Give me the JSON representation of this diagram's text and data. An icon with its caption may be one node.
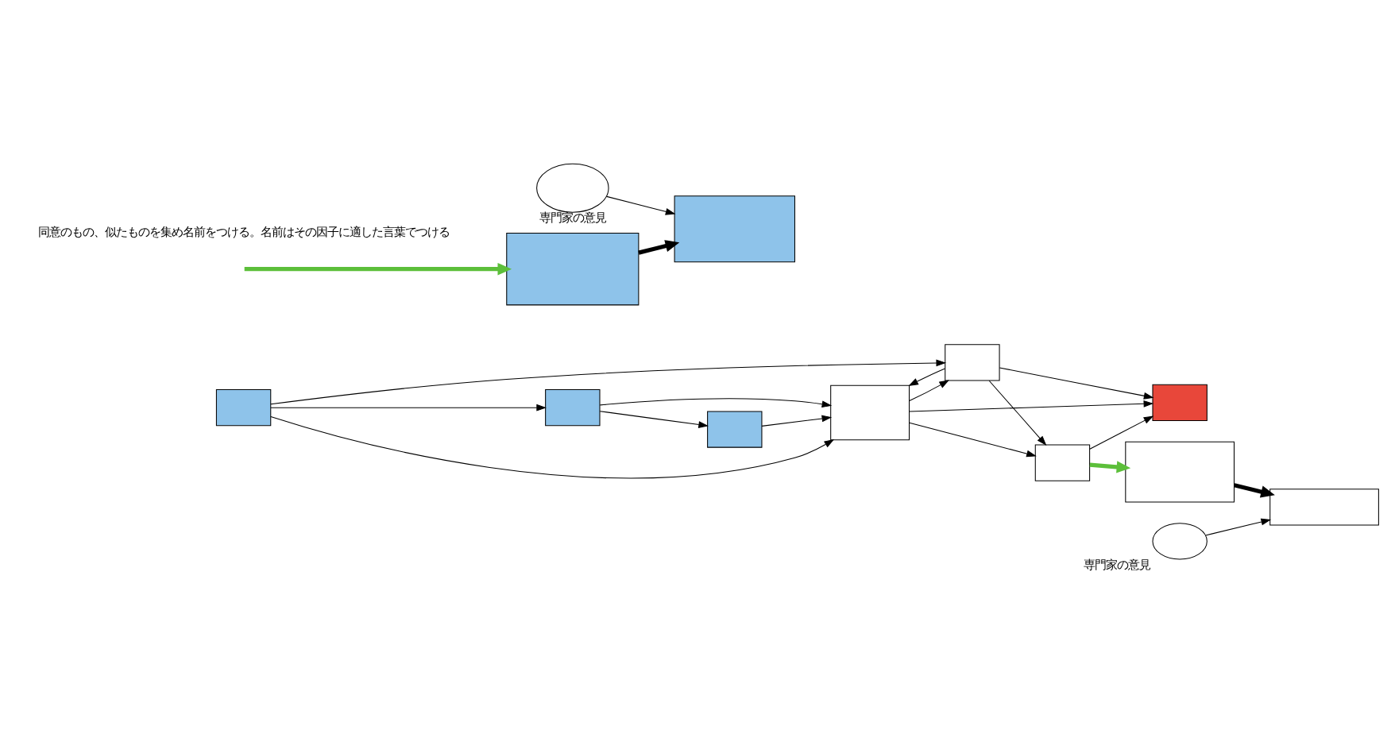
{
  "diagram": {
    "nodes": [
      {
        "text": [],
        "shape": "box"
      },
      {
        "text": [],
        "shape": "box"
      },
      {
        "text": [],
        "shape": "box"
      },
      {
        "text": [],
        "shape": "box"
      },
      {
        "text": [],
        "shape": "box"
      },
      {
        "text": [],
        "shape": "box"
      },
      {
        "text": [],
        "shape": "box"
      },
      {
        "text": [],
        "shape": "box"
      },
      {
        "text": [],
        "shape": "ellipse",
        "beside": [
          "専門家の意見"
        ]
      },
      {
        "text": [],
        "shape": "box"
      },
      {
        "text": [],
        "shape": "box"
      },
      {
        "text": [],
        "shape": "ellipse",
        "beside": [
          "専門家の意見"
        ]
      },
      {
        "text": [],
        "shape": "box"
      }
    ],
    "edges": [
      {
        "from": 2,
        "to": 1,
        "arrow": "to"
      },
      {
        "from": 1,
        "to": 0,
        "arrow": "to"
      },
      {
        "from": 0,
        "to": 3,
        "arrow": "to"
      },
      {
        "from": 1,
        "to": 3,
        "arrow": "to"
      },
      {
        "from": 2,
        "to": 3,
        "arrow": "to"
      },
      {
        "from": 2,
        "to": 4,
        "arrow": "to"
      },
      {
        "from": 3,
        "to": 4,
        "arrow": "to"
      },
      {
        "from": 4,
        "to": 3,
        "arrow": "to"
      },
      {
        "from": 3,
        "to": 5,
        "arrow": "to"
      },
      {
        "from": 3,
        "to": 6,
        "arrow": "to"
      },
      {
        "from": 5,
        "to": 6,
        "arrow": "to"
      },
      {
        "from": 4,
        "to": 5,
        "arrow": "to"
      },
      {
        "from": 4,
        "to": 6,
        "arrow": "to"
      },
      {
        "from": null,
        "to": 7,
        "arrow": "to",
        "style": "thick",
        "color": "#5cbf3a"
      },
      {
        "from": 5,
        "to": 10,
        "arrow": "to",
        "style": "thick",
        "color": "#5cbf3a"
      },
      {
        "from": 7,
        "to": 9,
        "arrow": "to",
        "style": "thick"
      },
      {
        "from": 8,
        "to": 9,
        "arrow": "to"
      },
      {
        "from": 10,
        "to": 12,
        "arrow": "to",
        "style": "thick"
      },
      {
        "from": 11,
        "to": 12,
        "arrow": "to"
      }
    ],
    "labels": [
      "同意のもの、似たものを集め名前をつける。名前はその因子に適した言葉でつける"
    ]
  }
}
